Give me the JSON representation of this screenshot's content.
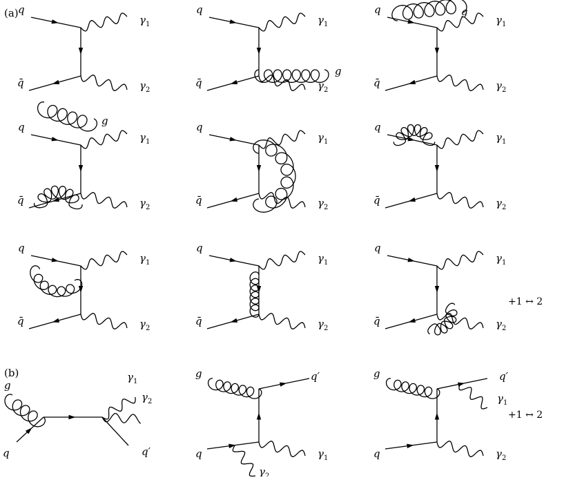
{
  "labels": {
    "q": "q",
    "qbar": "q̄",
    "g": "g",
    "qprime": "q′",
    "gamma": "γ",
    "one": "1",
    "two": "2"
  },
  "panels": {
    "a": "(a)",
    "b": "(b)"
  },
  "notes": {
    "swap": "+1 ↔ 2"
  }
}
